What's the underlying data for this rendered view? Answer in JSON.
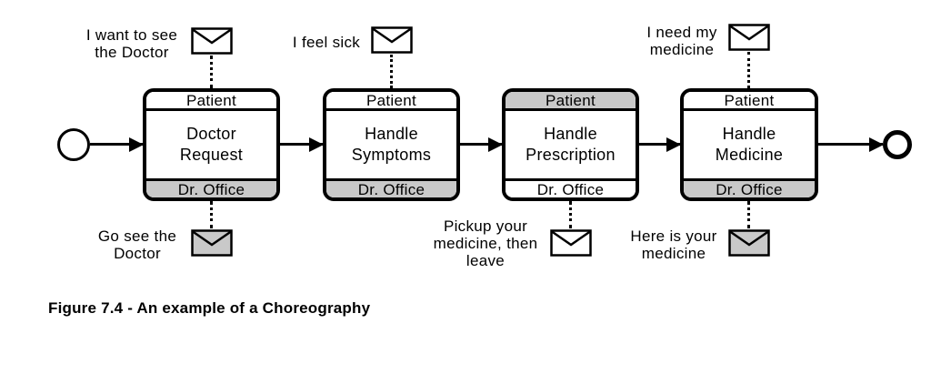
{
  "figure": {
    "caption": "Figure 7.4 - An example of a Choreography"
  },
  "colors": {
    "shaded_band": "#c9c9c9",
    "stroke": "#000000",
    "background": "#ffffff"
  },
  "diagram": {
    "type": "bpmn-choreography",
    "start_event": {
      "kind": "start"
    },
    "end_event": {
      "kind": "end"
    },
    "tasks": [
      {
        "name": "Doctor\nRequest",
        "top_band": {
          "label": "Patient",
          "shaded": false
        },
        "bottom_band": {
          "label": "Dr. Office",
          "shaded": true
        },
        "top_message": {
          "text": "I want to see\nthe Doctor",
          "shaded": false
        },
        "bottom_message": {
          "text": "Go see the\nDoctor",
          "shaded": true
        }
      },
      {
        "name": "Handle\nSymptoms",
        "top_band": {
          "label": "Patient",
          "shaded": false
        },
        "bottom_band": {
          "label": "Dr. Office",
          "shaded": true
        },
        "top_message": {
          "text": "I feel sick",
          "shaded": false
        }
      },
      {
        "name": "Handle\nPrescription",
        "top_band": {
          "label": "Patient",
          "shaded": true
        },
        "bottom_band": {
          "label": "Dr. Office",
          "shaded": false
        },
        "bottom_message": {
          "text": "Pickup your\nmedicine, then\nleave",
          "shaded": false
        }
      },
      {
        "name": "Handle\nMedicine",
        "top_band": {
          "label": "Patient",
          "shaded": false
        },
        "bottom_band": {
          "label": "Dr. Office",
          "shaded": true
        },
        "top_message": {
          "text": "I need my\nmedicine",
          "shaded": false
        },
        "bottom_message": {
          "text": "Here is your\nmedicine",
          "shaded": true
        }
      }
    ]
  }
}
